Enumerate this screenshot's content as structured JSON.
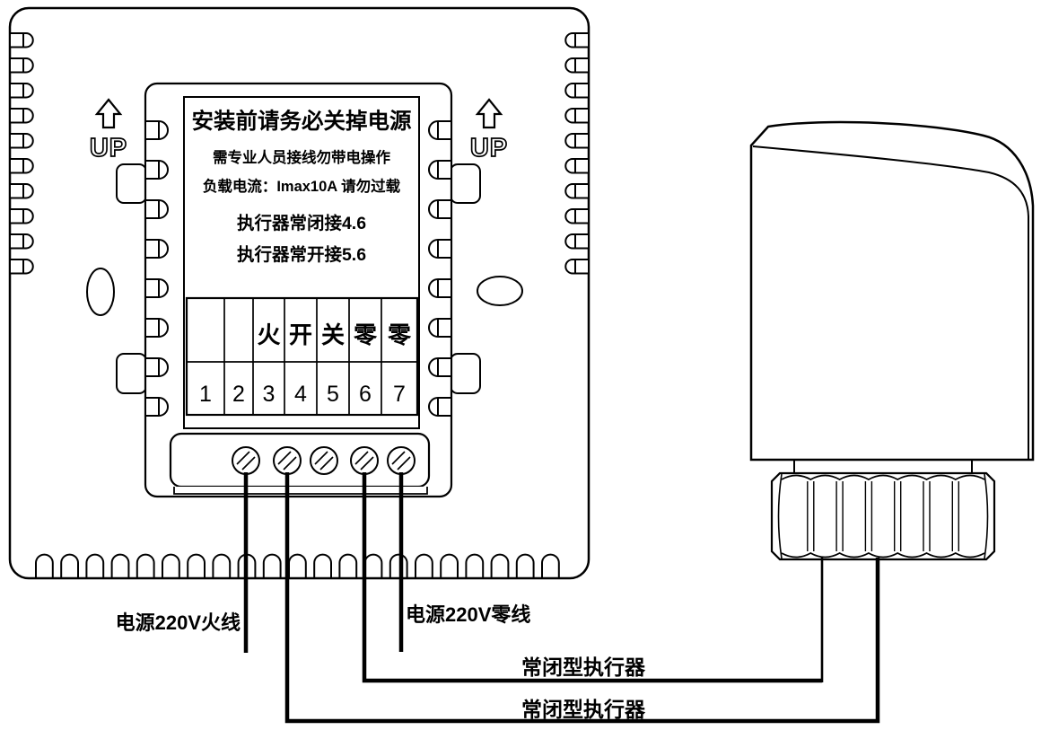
{
  "wall_plate": {
    "up_label": "UP",
    "warning_box": {
      "title": "安装前请务必关掉电源",
      "line1": "需专业人员接线勿带电操作",
      "line2": "负载电流：Imax10A 请勿过载",
      "line3": "执行器常闭接4.6",
      "line4": "执行器常开接5.6"
    },
    "terminal_table": {
      "headers": [
        "",
        "",
        "火",
        "开",
        "关",
        "零",
        "零"
      ],
      "numbers": [
        "1",
        "2",
        "3",
        "4",
        "5",
        "6",
        "7"
      ]
    }
  },
  "wires": {
    "live_label": "电源220V火线",
    "neutral_label": "电源220V零线",
    "actuator_label_upper": "常闭型执行器",
    "actuator_label_lower": "常闭型执行器"
  },
  "colors": {
    "line": "#000000",
    "background": "#ffffff"
  }
}
